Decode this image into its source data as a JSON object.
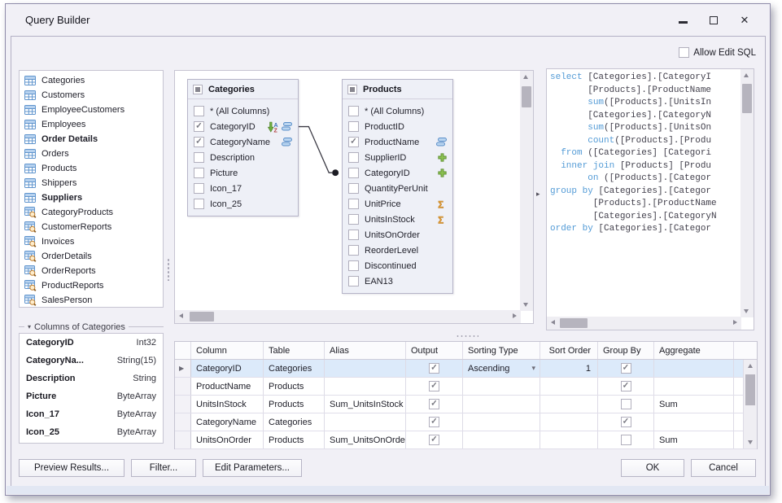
{
  "window": {
    "title": "Query Builder"
  },
  "allow_edit_sql": {
    "label": "Allow Edit SQL",
    "checked": false
  },
  "tables": [
    {
      "label": "Categories",
      "icon": "table",
      "bold": false
    },
    {
      "label": "Customers",
      "icon": "table",
      "bold": false
    },
    {
      "label": "EmployeeCustomers",
      "icon": "table",
      "bold": false
    },
    {
      "label": "Employees",
      "icon": "table",
      "bold": false
    },
    {
      "label": "Order Details",
      "icon": "table",
      "bold": true
    },
    {
      "label": "Orders",
      "icon": "table",
      "bold": false
    },
    {
      "label": "Products",
      "icon": "table",
      "bold": false
    },
    {
      "label": "Shippers",
      "icon": "table",
      "bold": false
    },
    {
      "label": "Suppliers",
      "icon": "table",
      "bold": true
    },
    {
      "label": "CategoryProducts",
      "icon": "view",
      "bold": false
    },
    {
      "label": "CustomerReports",
      "icon": "view",
      "bold": false
    },
    {
      "label": "Invoices",
      "icon": "view",
      "bold": false
    },
    {
      "label": "OrderDetails",
      "icon": "view",
      "bold": false
    },
    {
      "label": "OrderReports",
      "icon": "view",
      "bold": false
    },
    {
      "label": "ProductReports",
      "icon": "view",
      "bold": false
    },
    {
      "label": "SalesPerson",
      "icon": "view",
      "bold": false
    }
  ],
  "columns_panel": {
    "title": "Columns of Categories",
    "rows": [
      {
        "name": "CategoryID",
        "type": "Int32"
      },
      {
        "name": "CategoryNa...",
        "type": "String(15)"
      },
      {
        "name": "Description",
        "type": "String"
      },
      {
        "name": "Picture",
        "type": "ByteArray"
      },
      {
        "name": "Icon_17",
        "type": "ByteArray"
      },
      {
        "name": "Icon_25",
        "type": "ByteArray"
      }
    ]
  },
  "diagram": {
    "categories_node": {
      "title": "Categories",
      "columns": [
        {
          "name": "* (All Columns)",
          "checked": false,
          "icons": []
        },
        {
          "name": "CategoryID",
          "checked": true,
          "icons": [
            "sort-asc",
            "group-by"
          ]
        },
        {
          "name": "CategoryName",
          "checked": true,
          "icons": [
            "group-by"
          ]
        },
        {
          "name": "Description",
          "checked": false,
          "icons": []
        },
        {
          "name": "Picture",
          "checked": false,
          "icons": []
        },
        {
          "name": "Icon_17",
          "checked": false,
          "icons": []
        },
        {
          "name": "Icon_25",
          "checked": false,
          "icons": []
        }
      ]
    },
    "products_node": {
      "title": "Products",
      "columns": [
        {
          "name": "* (All Columns)",
          "checked": false,
          "icons": []
        },
        {
          "name": "ProductID",
          "checked": false,
          "icons": []
        },
        {
          "name": "ProductName",
          "checked": true,
          "icons": [
            "group-by"
          ]
        },
        {
          "name": "SupplierID",
          "checked": false,
          "icons": [
            "plus"
          ]
        },
        {
          "name": "CategoryID",
          "checked": false,
          "icons": [
            "plus"
          ]
        },
        {
          "name": "QuantityPerUnit",
          "checked": false,
          "icons": []
        },
        {
          "name": "UnitPrice",
          "checked": false,
          "icons": [
            "sigma"
          ]
        },
        {
          "name": "UnitsInStock",
          "checked": false,
          "icons": [
            "sigma"
          ]
        },
        {
          "name": "UnitsOnOrder",
          "checked": false,
          "icons": []
        },
        {
          "name": "ReorderLevel",
          "checked": false,
          "icons": []
        },
        {
          "name": "Discontinued",
          "checked": false,
          "icons": []
        },
        {
          "name": "EAN13",
          "checked": false,
          "icons": []
        }
      ]
    }
  },
  "sql": {
    "keyword_color": "#539bd6",
    "lines": [
      {
        "segs": [
          {
            "text": "select",
            "kw": true
          },
          {
            "text": " [Categories].[CategoryI"
          }
        ]
      },
      {
        "segs": [
          {
            "text": "       [Products].[ProductName"
          }
        ]
      },
      {
        "segs": [
          {
            "text": "       "
          },
          {
            "text": "sum",
            "kw": true
          },
          {
            "text": "([Products].[UnitsIn"
          }
        ]
      },
      {
        "segs": [
          {
            "text": "       [Categories].[CategoryN"
          }
        ]
      },
      {
        "segs": [
          {
            "text": "       "
          },
          {
            "text": "sum",
            "kw": true
          },
          {
            "text": "([Products].[UnitsOn"
          }
        ]
      },
      {
        "segs": [
          {
            "text": "       "
          },
          {
            "text": "count",
            "kw": true
          },
          {
            "text": "([Products].[Produ"
          }
        ]
      },
      {
        "segs": [
          {
            "text": "  "
          },
          {
            "text": "from",
            "kw": true
          },
          {
            "text": " ([Categories] [Categori"
          }
        ]
      },
      {
        "segs": [
          {
            "text": "  "
          },
          {
            "text": "inner join",
            "kw": true
          },
          {
            "text": " [Products] [Produ"
          }
        ]
      },
      {
        "segs": [
          {
            "text": "       "
          },
          {
            "text": "on",
            "kw": true
          },
          {
            "text": " ([Products].[Categor"
          }
        ]
      },
      {
        "segs": [
          {
            "text": "group by",
            "kw": true
          },
          {
            "text": " [Categories].[Categor"
          }
        ]
      },
      {
        "segs": [
          {
            "text": "        [Products].[ProductName"
          }
        ]
      },
      {
        "segs": [
          {
            "text": "        [Categories].[CategoryN"
          }
        ]
      },
      {
        "segs": [
          {
            "text": "order by",
            "kw": true
          },
          {
            "text": " [Categories].[Categor"
          }
        ]
      }
    ]
  },
  "grid": {
    "headers": [
      "Column",
      "Table",
      "Alias",
      "Output",
      "Sorting Type",
      "Sort Order",
      "Group By",
      "Aggregate"
    ],
    "rows": [
      {
        "column": "CategoryID",
        "table": "Categories",
        "alias": "",
        "output": true,
        "sorting_type": "Ascending",
        "sort_order": "1",
        "group_by": true,
        "aggregate": "",
        "selected": true
      },
      {
        "column": "ProductName",
        "table": "Products",
        "alias": "",
        "output": true,
        "sorting_type": "",
        "sort_order": "",
        "group_by": true,
        "aggregate": "",
        "selected": false
      },
      {
        "column": "UnitsInStock",
        "table": "Products",
        "alias": "Sum_UnitsInStock",
        "output": true,
        "sorting_type": "",
        "sort_order": "",
        "group_by": false,
        "aggregate": "Sum",
        "selected": false
      },
      {
        "column": "CategoryName",
        "table": "Categories",
        "alias": "",
        "output": true,
        "sorting_type": "",
        "sort_order": "",
        "group_by": true,
        "aggregate": "",
        "selected": false
      },
      {
        "column": "UnitsOnOrder",
        "table": "Products",
        "alias": "Sum_UnitsOnOrder",
        "output": true,
        "sorting_type": "",
        "sort_order": "",
        "group_by": false,
        "aggregate": "Sum",
        "selected": false
      }
    ]
  },
  "buttons": {
    "preview": "Preview Results...",
    "filter": "Filter...",
    "edit_parameters": "Edit Parameters...",
    "ok": "OK",
    "cancel": "Cancel"
  },
  "glyphs": {
    "dropdown": "▾",
    "row_indicator": "▶",
    "collapse": "▾",
    "splitter_arrow": "▸",
    "close": "✕"
  },
  "colors": {
    "selected_row": "#dceafa",
    "keyword": "#539bd6",
    "accent_blue": "#5f94cd",
    "plus_green": "#8cc152",
    "sigma_orange": "#e39b35"
  }
}
